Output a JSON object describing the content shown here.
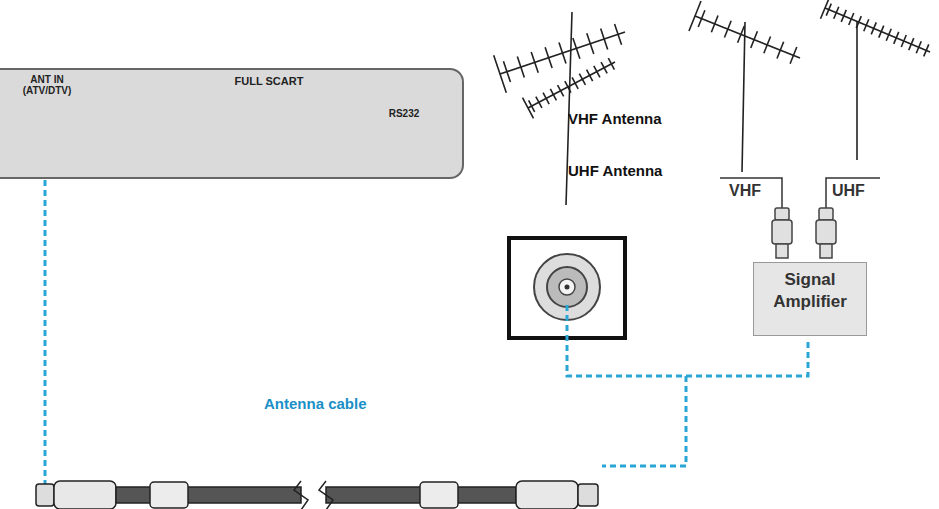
{
  "diagram": {
    "nodes": [
      {
        "text": [
          "ANT IN (ATV/DTV)",
          "FULL SCART",
          "RS232"
        ]
      },
      {
        "text": [
          "Signal Amplifier"
        ]
      }
    ],
    "labels": [
      "VHF Antenna",
      "UHF Antenna",
      "VHF",
      "UHF",
      "Antenna cable"
    ]
  }
}
